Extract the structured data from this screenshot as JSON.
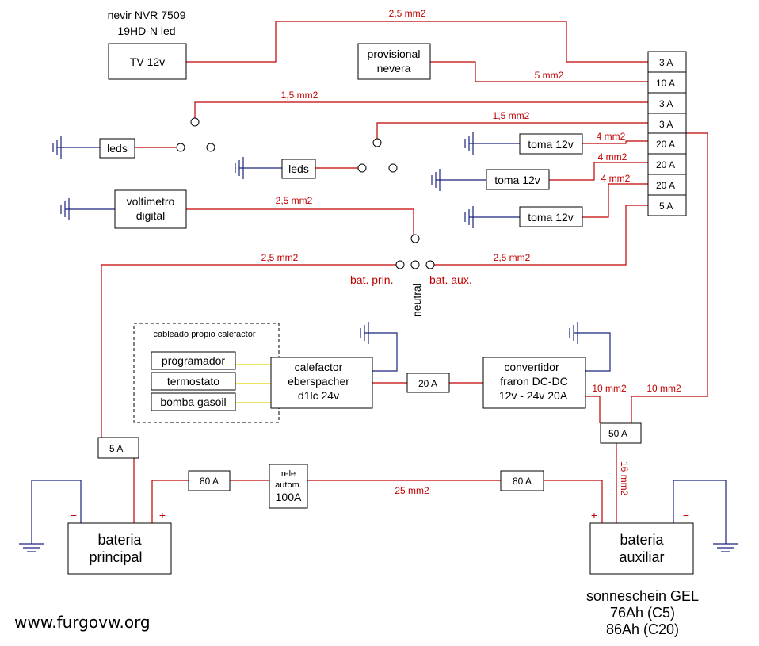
{
  "tv_caption": {
    "line1": "nevir NVR 7509",
    "line2": "19HD-N led"
  },
  "boxes": {
    "tv": "TV 12v",
    "fridge": [
      "provisional",
      "nevera"
    ],
    "leds": "leds",
    "voltmeter": [
      "voltimetro",
      "digital"
    ],
    "socket": "toma 12v",
    "heater_group": "cableado propio calefactor",
    "programmer": "programador",
    "thermostat": "termostato",
    "pump": "bomba gasoil",
    "heater": [
      "calefactor",
      "eberspacher",
      "d1lc 24v"
    ],
    "converter": [
      "convertidor",
      "fraron DC-DC",
      "12v - 24v  20A"
    ],
    "relay": [
      "rele",
      "autom.",
      "100A"
    ],
    "bat_main": [
      "bateria",
      "principal"
    ],
    "bat_aux": [
      "bateria",
      "auxiliar"
    ]
  },
  "fuse_block": [
    "3 A",
    "10 A",
    "3 A",
    "3 A",
    "20 A",
    "20 A",
    "20 A",
    "5 A"
  ],
  "fuses": {
    "f20a": "20 A",
    "f5a": "5 A",
    "f50a": "50 A",
    "f80a": "80 A"
  },
  "wires": {
    "w25": "2,5 mm2",
    "w5": "5 mm2",
    "w15": "1,5 mm2",
    "w4": "4 mm2",
    "w10": "10 mm2",
    "w16": "16 mm2",
    "w25main": "25 mm2"
  },
  "switch_labels": {
    "prin": "bat. prin.",
    "aux": "bat. aux.",
    "neutral": "neutral"
  },
  "signs": {
    "minus": "−",
    "plus": "+"
  },
  "battery_spec": [
    "sonneschein GEL",
    "76Ah (C5)",
    "86Ah (C20)"
  ],
  "watermark": "www.furgovw.org",
  "colors": {
    "wire": "#c00000",
    "ground": "#1a237e",
    "signal": "#e8d200"
  }
}
